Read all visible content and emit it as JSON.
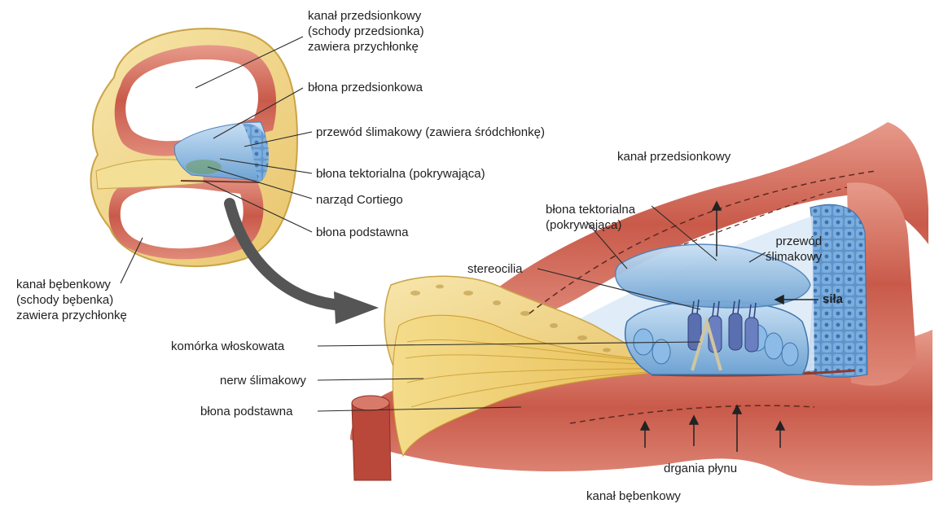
{
  "labels": {
    "scala_vestibuli_top": "kanał przedsionkowy\n(schody przedsionka)\nzawiera przychłonkę",
    "vestibular_membrane": "błona przedsionkowa",
    "cochlear_duct_top": "przewód ślimakowy (zawiera śródchłonkę)",
    "tectorial_membrane_top": "błona tektorialna (pokrywająca)",
    "organ_of_corti": "narząd Cortiego",
    "basilar_membrane_top": "błona podstawna",
    "scala_tympani_top": "kanał bębenkowy\n(schody bębenka)\nzawiera przychłonkę",
    "scala_vestibuli_right": "kanał przedsionkowy",
    "tectorial_membrane_right": "błona tektorialna\n(pokrywająca)",
    "cochlear_duct_right": "przewód\nślimakowy",
    "stereocilia": "stereocilia",
    "force": "siła",
    "hair_cell": "komórka włoskowata",
    "cochlear_nerve": "nerw ślimakowy",
    "basilar_membrane_bottom": "błona podstawna",
    "fluid_vibration": "drgania płynu",
    "scala_tympani_bottom": "kanał bębenkowy"
  },
  "colors": {
    "bone": "#f1d98e",
    "muscle": "#cf6a5a",
    "muscle_light": "#eaa89a",
    "duct_blue": "#7fb2de",
    "membrane_blue": "#a9cdec",
    "nerve_yellow": "#f2d273",
    "arrow_gray": "#5a5a5a",
    "line": "#2a2a2a"
  }
}
